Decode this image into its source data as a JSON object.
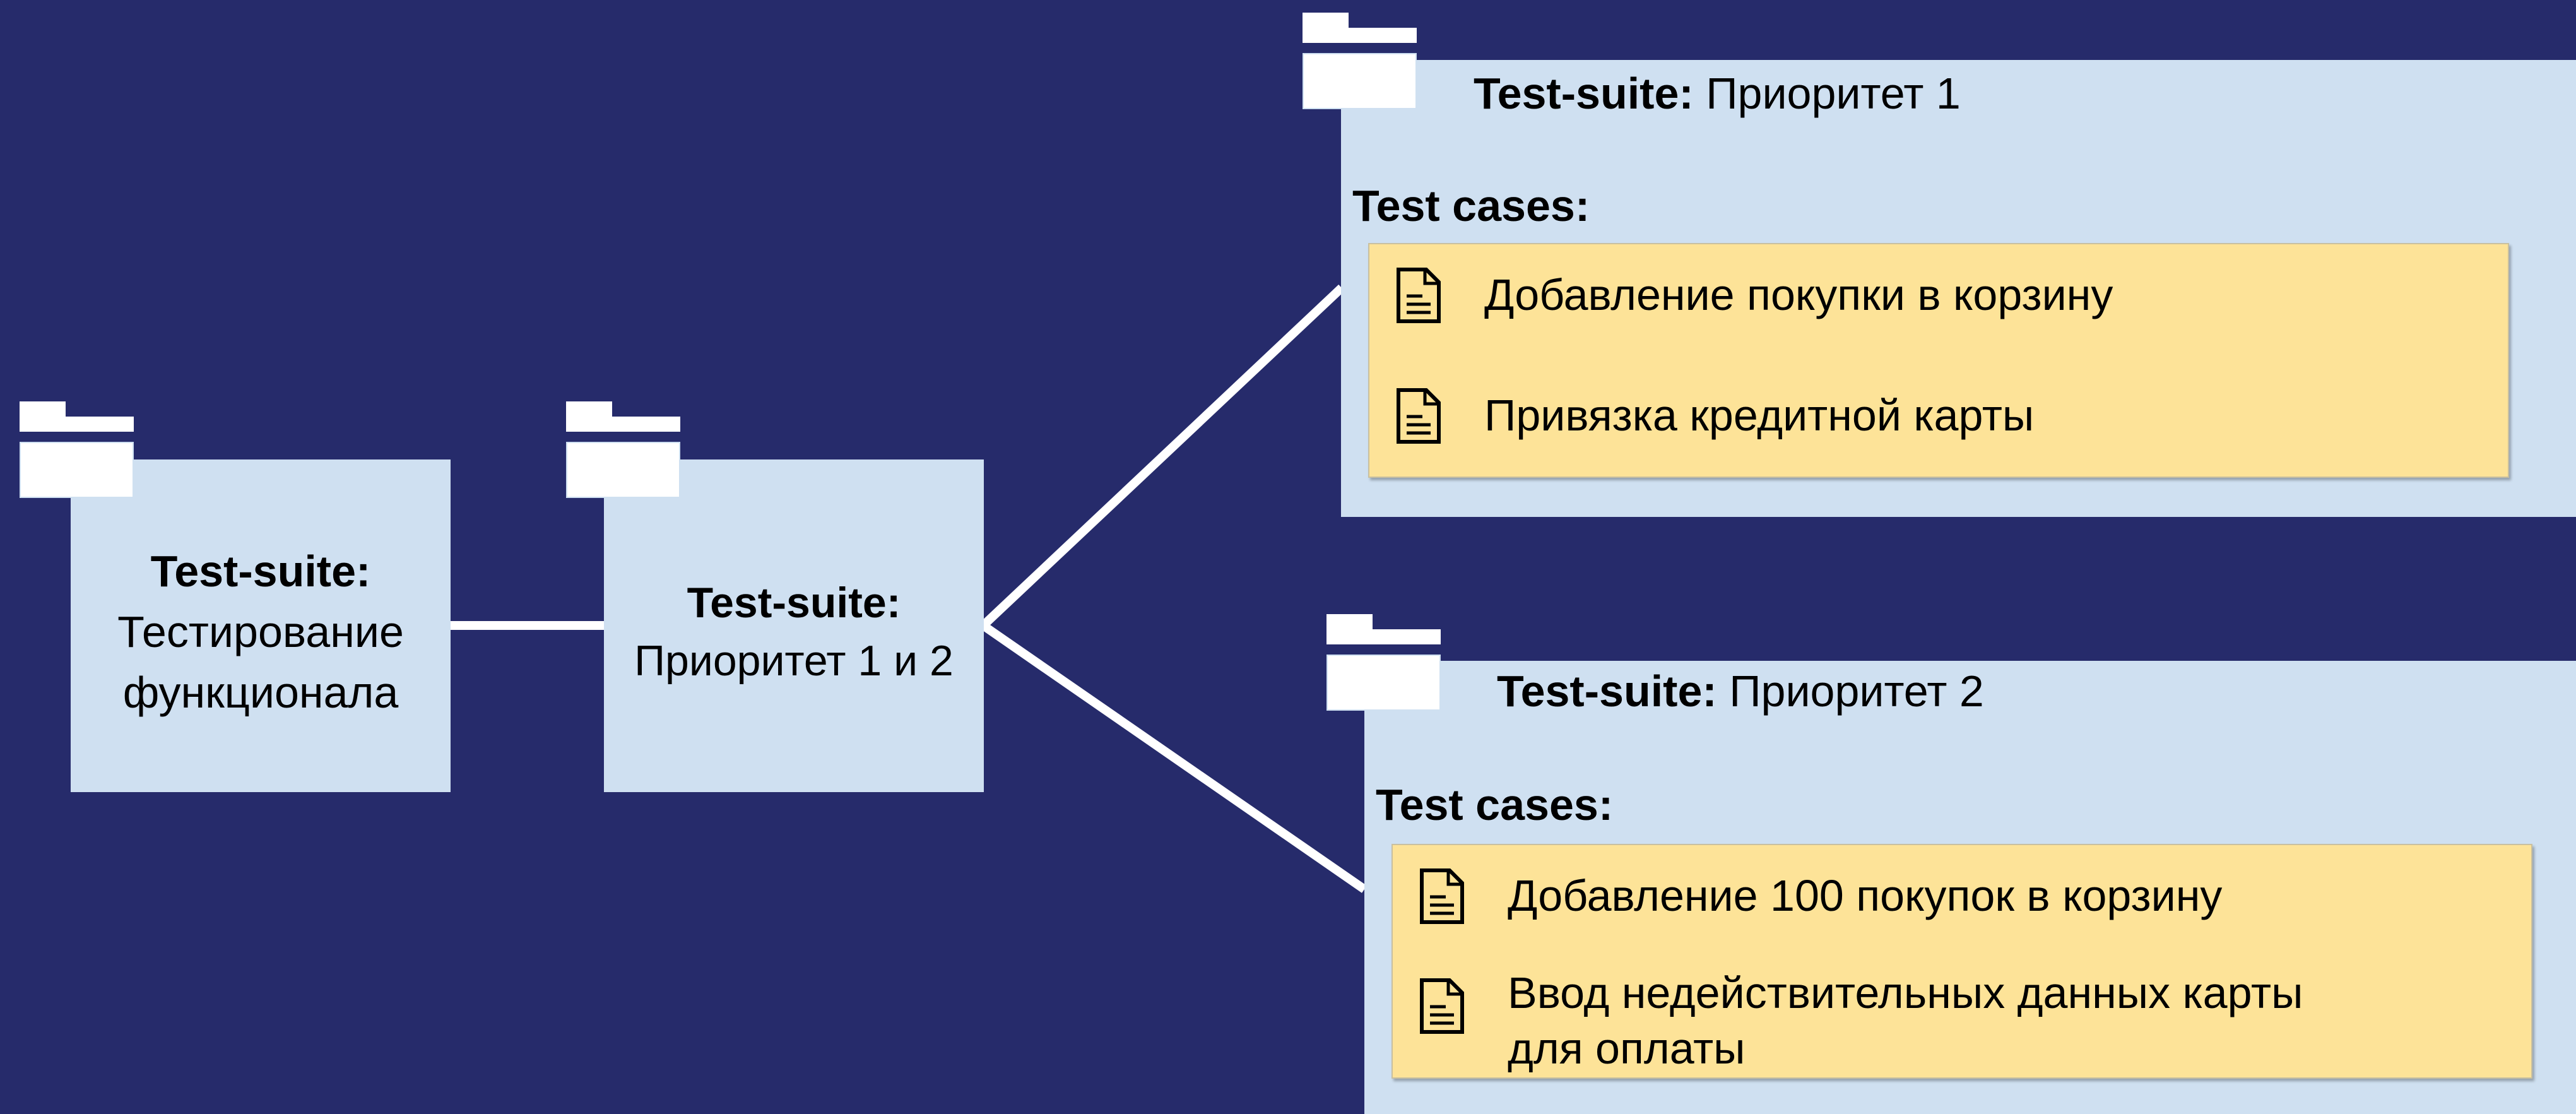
{
  "colors": {
    "background": "#262b6b",
    "suite_fill": "#cfe0f1",
    "case_fill": "#fde398",
    "connector": "#ffffff"
  },
  "suites": {
    "root": {
      "label": "Test-suite:",
      "name_line1": "Тестирование",
      "name_line2": "функционала",
      "icon": "folder-icon"
    },
    "middle": {
      "label": "Test-suite:",
      "name": "Приоритет 1 и 2",
      "icon": "folder-icon"
    },
    "priority1": {
      "label": "Test-suite:",
      "name": "Приоритет 1",
      "cases_label": "Test cases:",
      "icon": "folder-icon",
      "cases": [
        {
          "text": "Добавление покупки в корзину",
          "icon": "document-icon"
        },
        {
          "text": "Привязка кредитной карты",
          "icon": "document-icon"
        }
      ]
    },
    "priority2": {
      "label": "Test-suite:",
      "name": "Приоритет 2",
      "cases_label": "Test cases:",
      "icon": "folder-icon",
      "cases": [
        {
          "text": "Добавление 100 покупок в корзину",
          "icon": "document-icon"
        },
        {
          "text_line1": "Ввод недействительных данных карты",
          "text_line2": "для оплаты",
          "icon": "document-icon"
        }
      ]
    }
  }
}
